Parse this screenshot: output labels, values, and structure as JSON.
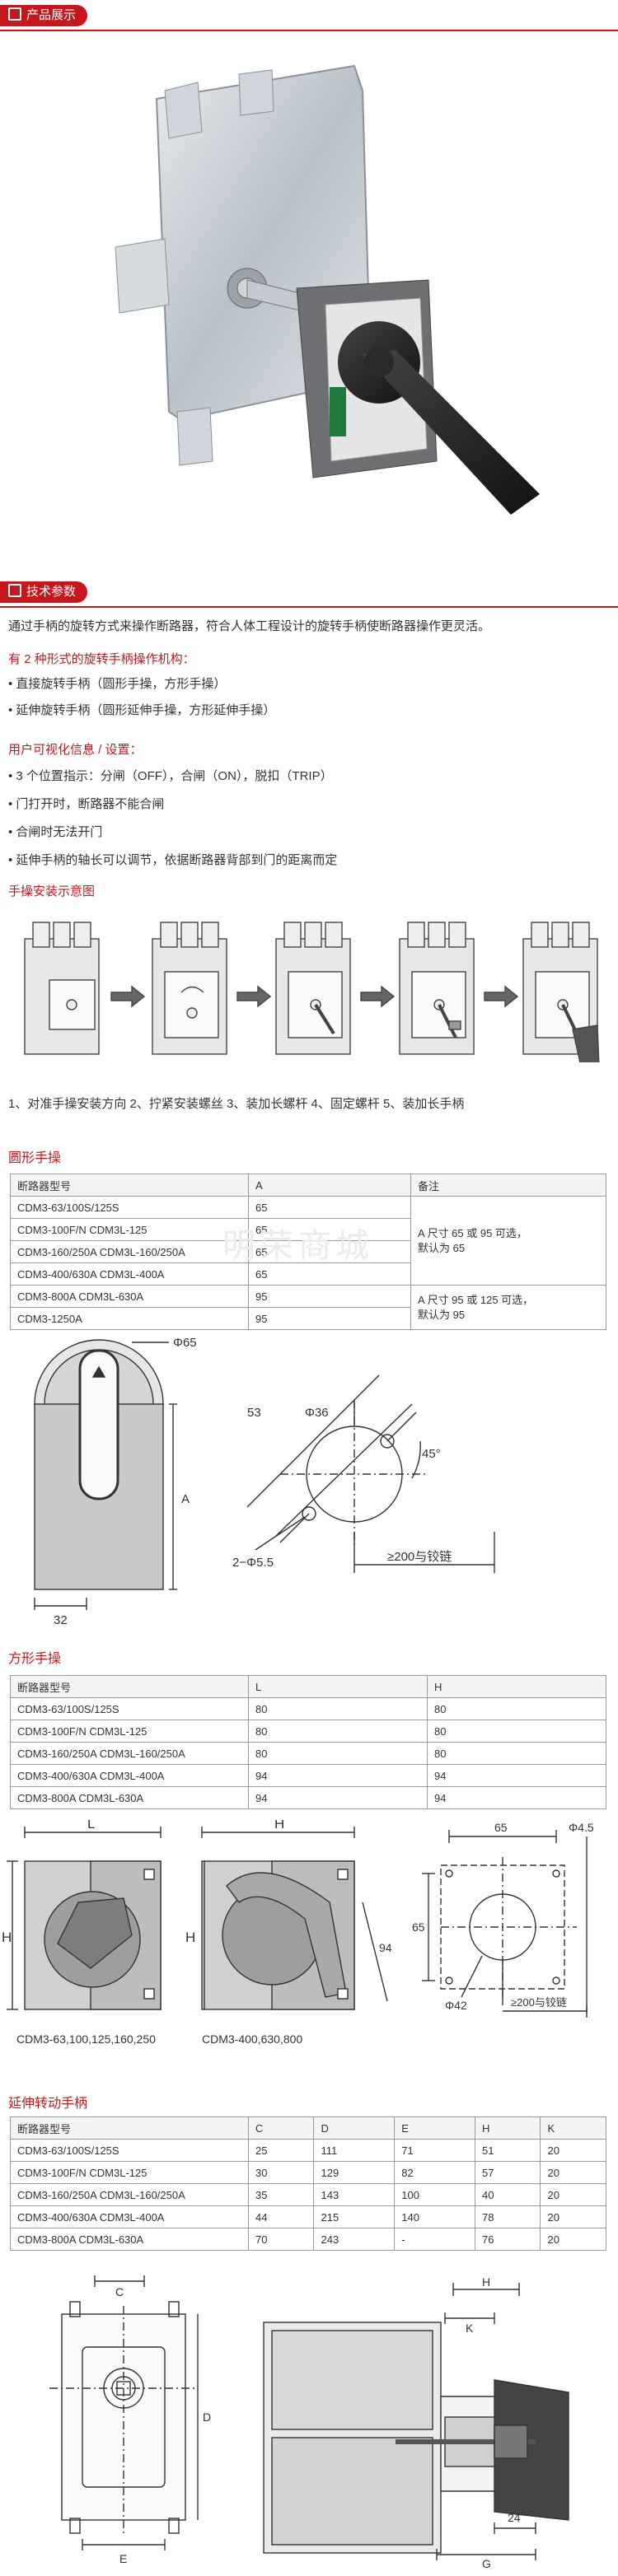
{
  "section1": {
    "title": "产品展示"
  },
  "section2": {
    "title": "技术参数"
  },
  "intro": "通过手柄的旋转方式来操作断路器，符合人体工程设计的旋转手柄使断路器操作更灵活。",
  "types_title": "有 2 种形式的旋转手柄操作机构：",
  "types": [
    "• 直接旋转手柄（圆形手操，方形手操）",
    "• 延伸旋转手柄（圆形延伸手操，方形延伸手操）"
  ],
  "visual_title": "用户可视化信息 / 设置：",
  "visual": [
    "• 3 个位置指示：分闸（OFF），合闸（ON），脱扣（TRIP）",
    "• 门打开时，断路器不能合闸",
    "• 合闸时无法开门",
    "• 延伸手柄的轴长可以调节，依据断路器背部到门的距离而定"
  ],
  "install_title": "手操安装示意图",
  "install_steps": "1、对准手操安装方向  2、拧紧安装螺丝  3、装加长螺杆  4、固定螺杆  5、装加长手柄",
  "round": {
    "title": "圆形手操",
    "headers": [
      "断路器型号",
      "A",
      "备注"
    ],
    "rows": [
      [
        "CDM3-63/100S/125S",
        "65"
      ],
      [
        "CDM3-100F/N  CDM3L-125",
        "65"
      ],
      [
        "CDM3-160/250A  CDM3L-160/250A",
        "65"
      ],
      [
        "CDM3-400/630A  CDM3L-400A",
        "65"
      ],
      [
        "CDM3-800A  CDM3L-630A",
        "95"
      ],
      [
        "CDM3-1250A",
        "95"
      ]
    ],
    "note1": "A 尺寸 65 或 95 可选，\n默认为 65",
    "note2": "A 尺寸 95 或 125 可选，\n默认为 95",
    "dims": {
      "d65": "Φ65",
      "a": "A",
      "w32": "32",
      "d53": "53",
      "d36": "Φ36",
      "a45": "45°",
      "holes": "2−Φ5.5",
      "dist": "≥200与铰链"
    }
  },
  "square": {
    "title": "方形手操",
    "headers": [
      "断路器型号",
      "L",
      "H"
    ],
    "rows": [
      [
        "CDM3-63/100S/125S",
        "80",
        "80"
      ],
      [
        "CDM3-100F/N  CDM3L-125",
        "80",
        "80"
      ],
      [
        "CDM3-160/250A  CDM3L-160/250A",
        "80",
        "80"
      ],
      [
        "CDM3-400/630A  CDM3L-400A",
        "94",
        "94"
      ],
      [
        "CDM3-800A  CDM3L-630A",
        "94",
        "94"
      ]
    ],
    "dims": {
      "l": "L",
      "h": "H",
      "d94": "94",
      "d65w": "65",
      "d65h": "65",
      "d45": "Φ4.5",
      "d42": "Φ42",
      "dist": "≥200与铰链"
    },
    "cap1": "CDM3-63,100,125,160,250",
    "cap2": "CDM3-400,630,800"
  },
  "ext": {
    "title": "延伸转动手柄",
    "headers": [
      "断路器型号",
      "C",
      "D",
      "E",
      "H",
      "K"
    ],
    "rows": [
      [
        "CDM3-63/100S/125S",
        "25",
        "111",
        "71",
        "51",
        "20"
      ],
      [
        "CDM3-100F/N  CDM3L-125",
        "30",
        "129",
        "82",
        "57",
        "20"
      ],
      [
        "CDM3-160/250A  CDM3L-160/250A",
        "35",
        "143",
        "100",
        "40",
        "20"
      ],
      [
        "CDM3-400/630A  CDM3L-400A",
        "44",
        "215",
        "140",
        "78",
        "20"
      ],
      [
        "CDM3-800A  CDM3L-630A",
        "70",
        "243",
        "-",
        "76",
        "20"
      ]
    ],
    "dims": {
      "c": "C",
      "d": "D",
      "e": "E",
      "h": "H",
      "k": "K",
      "d24": "24",
      "g": "G"
    }
  },
  "watermark": "明荣商城",
  "colors": {
    "accent": "#c8161d"
  }
}
